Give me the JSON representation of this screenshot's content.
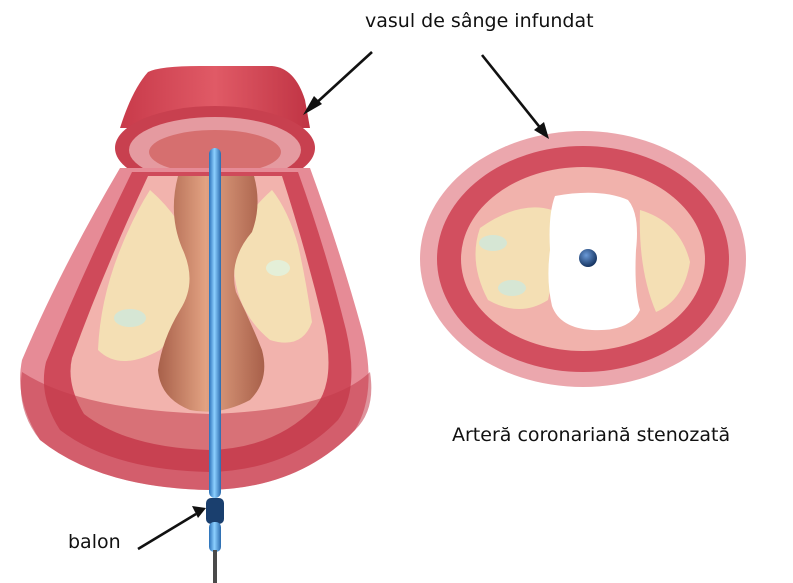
{
  "labels": {
    "blocked_vessel": "vasul de sânge infundat",
    "stenosed_artery": "Arteră coronariană stenozată",
    "balloon": "balon"
  },
  "colors": {
    "outer_wall": "#e8a0a8",
    "muscle_layer": "#c8404f",
    "inner_lining": "#f0b6b0",
    "lumen": "#c9826a",
    "plaque": "#f4e0b0",
    "catheter": "#4aa0e0",
    "balloon_tip": "#1a3f6e",
    "arrow": "#111111"
  }
}
